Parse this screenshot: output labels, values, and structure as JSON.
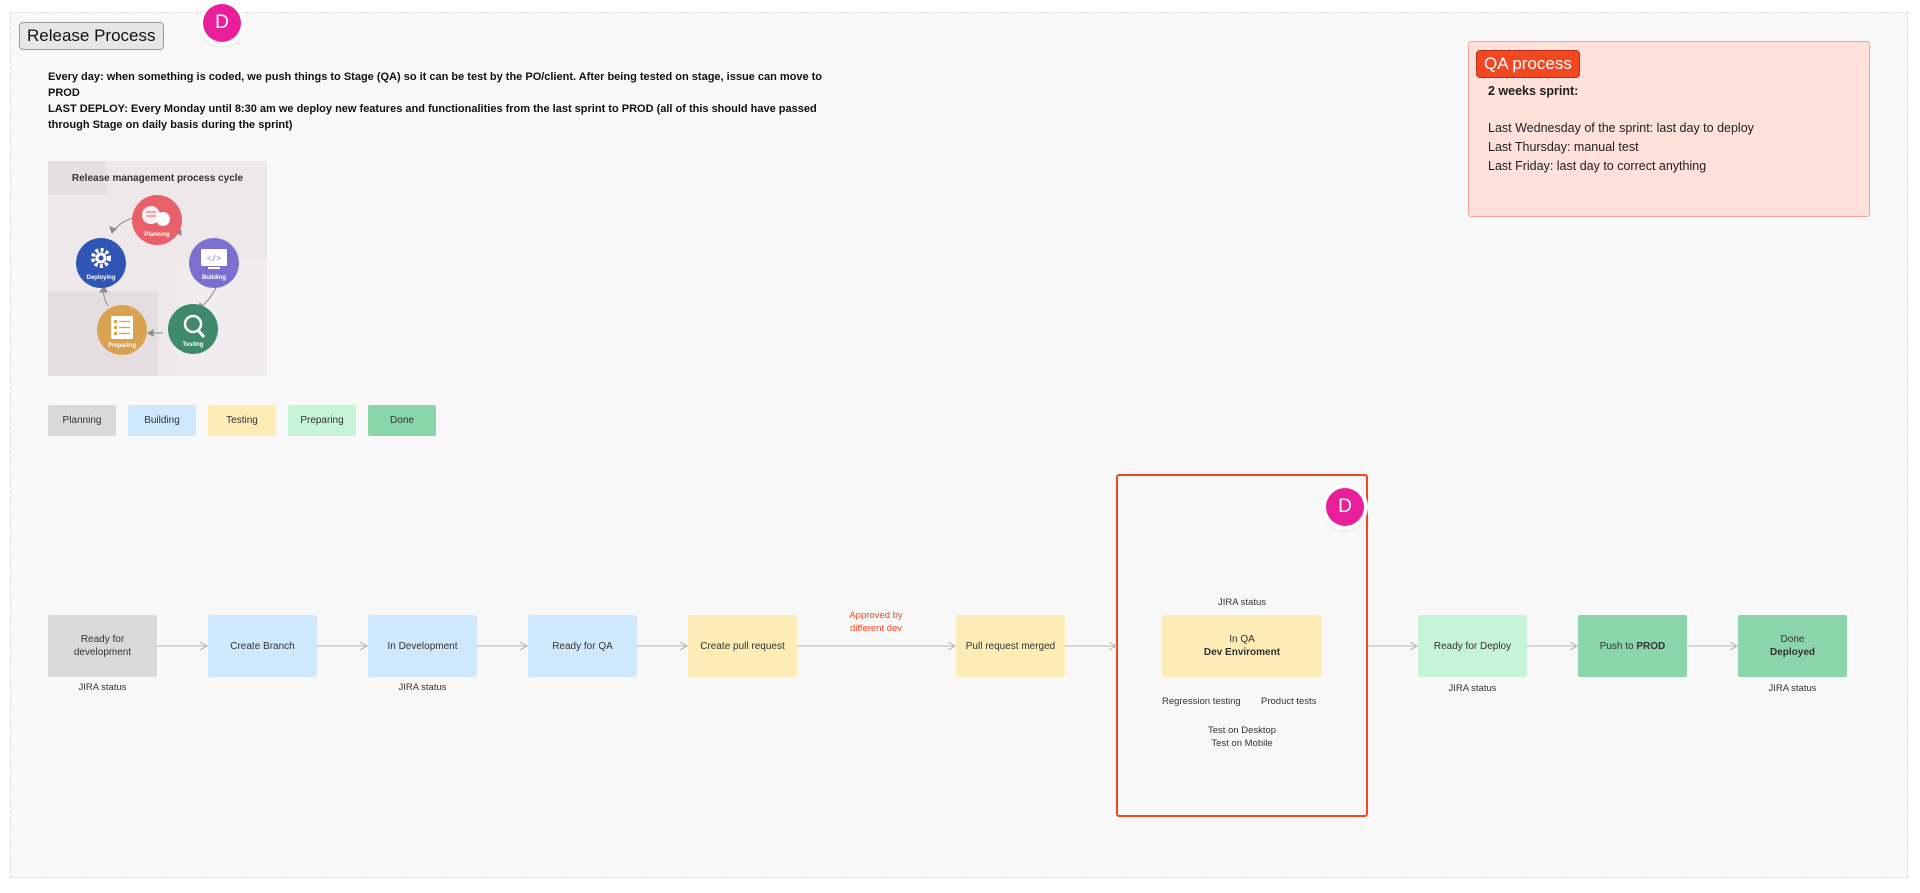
{
  "title": "Release Process",
  "avatar_initial": "D",
  "description": {
    "line1": "Every day: when something is coded, we push things to Stage (QA) so it can be test by the PO/client. After being tested on stage, issue can move to PROD",
    "line2": "LAST DEPLOY: Every Monday until 8:30 am we deploy new features and functionalities from the last sprint to PROD (all of this should have passed through Stage on daily basis during the sprint)"
  },
  "cycle": {
    "title": "Release management process cycle",
    "stages": [
      {
        "label": "Planning",
        "color": "#e8616a",
        "icon": "chat-bubbles-icon"
      },
      {
        "label": "Building",
        "color": "#7b6fcf",
        "icon": "code-monitor-icon"
      },
      {
        "label": "Testing",
        "color": "#3f8a6b",
        "icon": "magnifier-icon"
      },
      {
        "label": "Preparing",
        "color": "#d9a251",
        "icon": "checklist-icon"
      },
      {
        "label": "Deploying",
        "color": "#2f55b5",
        "icon": "gear-icon"
      }
    ]
  },
  "legend": [
    {
      "label": "Planning",
      "color": "#d9d9d9"
    },
    {
      "label": "Building",
      "color": "#cfe8fc"
    },
    {
      "label": "Testing",
      "color": "#fdecb6"
    },
    {
      "label": "Preparing",
      "color": "#c6f4d6"
    },
    {
      "label": "Done",
      "color": "#8ad5a9"
    }
  ],
  "qa": {
    "title": "QA process",
    "subtitle": "2 weeks sprint:",
    "lines": [
      "Last Wednesday of the sprint: last day to deploy",
      "Last Thursday: manual test",
      "Last Friday: last day to correct anything"
    ]
  },
  "flow": {
    "nodes": [
      {
        "label": "Ready for development",
        "color": "#d9d9d9"
      },
      {
        "label": "Create Branch",
        "color": "#cfe8fc"
      },
      {
        "label": "In Development",
        "color": "#cfe8fc"
      },
      {
        "label": "Ready for QA",
        "color": "#cfe8fc"
      },
      {
        "label": "Create pull request",
        "color": "#fdecb6"
      },
      {
        "label": "Pull request merged",
        "color": "#fdecb6"
      },
      {
        "label": "In QA",
        "sub": "Dev Enviroment",
        "color": "#fdecb6"
      },
      {
        "label": "Ready for Deploy",
        "color": "#c6f4d6"
      },
      {
        "label": "Push to ",
        "bold": "PROD",
        "color": "#8ad5a9"
      },
      {
        "label": "Done",
        "sub": "Deployed",
        "color": "#8ad5a9"
      }
    ],
    "jira_status": "JIRA status",
    "approved": "Approved by different dev",
    "qa_notes": {
      "regression": "Regression testing",
      "product": "Product tests",
      "desktop": "Test on Desktop",
      "mobile": "Test on Mobile"
    }
  }
}
